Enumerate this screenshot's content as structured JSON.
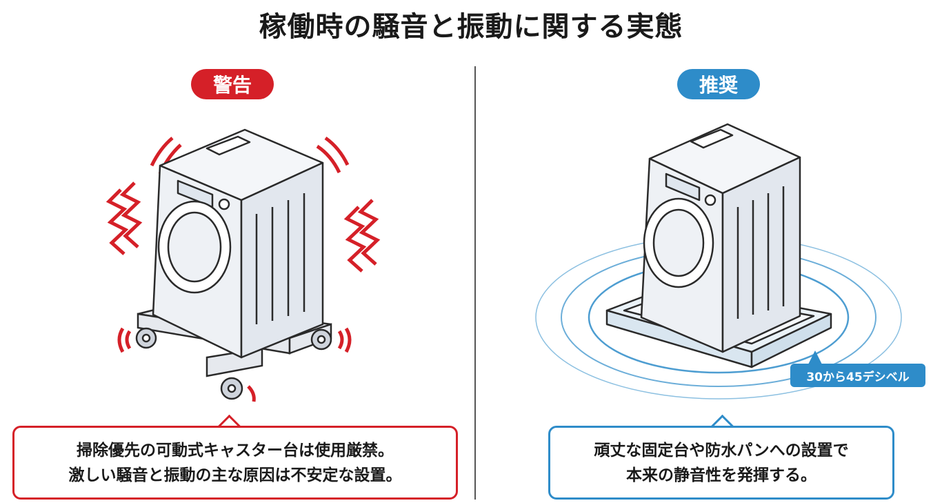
{
  "title": "稼働時の騒音と振動に関する実態",
  "warning": {
    "badge": "警告",
    "lines": [
      "掃除優先の可動式キャスター台は使用厳禁。",
      "激しい騒音と振動の主な原因は不安定な設置。"
    ]
  },
  "recommended": {
    "badge": "推奨",
    "noise_label": "30から45デシベル",
    "lines": [
      "頑丈な固定台や防水パンへの設置で",
      "本来の静音性を発揮する。"
    ]
  },
  "colors": {
    "warning": "#d52028",
    "recommended": "#2e8cc9",
    "machine_body": "#eef1f5",
    "outline": "#2a2a2a"
  },
  "icons": [
    "washing-machine-icon",
    "vibration-icon",
    "caster-wheel-icon",
    "sound-wave-icon",
    "waterproof-pan-icon"
  ]
}
